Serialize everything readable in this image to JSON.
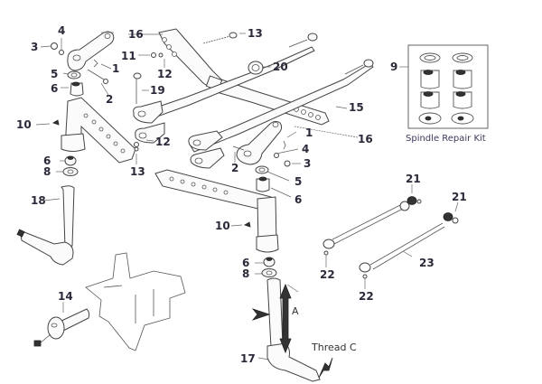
{
  "diagram": {
    "title": "Front axle and steering parts exploded diagram",
    "callouts": [
      {
        "id": "c1a",
        "label": "1"
      },
      {
        "id": "c2a",
        "label": "2"
      },
      {
        "id": "c3a",
        "label": "3"
      },
      {
        "id": "c4a",
        "label": "4"
      },
      {
        "id": "c5a",
        "label": "5"
      },
      {
        "id": "c6a",
        "label": "6"
      },
      {
        "id": "c16a",
        "label": "16"
      },
      {
        "id": "c11",
        "label": "11"
      },
      {
        "id": "c12a",
        "label": "12"
      },
      {
        "id": "c19",
        "label": "19"
      },
      {
        "id": "c13a",
        "label": "13"
      },
      {
        "id": "c20",
        "label": "20"
      },
      {
        "id": "c15",
        "label": "15"
      },
      {
        "id": "c16b",
        "label": "16"
      },
      {
        "id": "c12b",
        "label": "12"
      },
      {
        "id": "c10a",
        "label": "10"
      },
      {
        "id": "c6b",
        "label": "6"
      },
      {
        "id": "c8a",
        "label": "8"
      },
      {
        "id": "c13b",
        "label": "13"
      },
      {
        "id": "c18",
        "label": "18"
      },
      {
        "id": "c1b",
        "label": "1"
      },
      {
        "id": "c4b",
        "label": "4"
      },
      {
        "id": "c3b",
        "label": "3"
      },
      {
        "id": "c2b",
        "label": "2"
      },
      {
        "id": "c5b",
        "label": "5"
      },
      {
        "id": "c6c",
        "label": "6"
      },
      {
        "id": "c10b",
        "label": "10"
      },
      {
        "id": "c9",
        "label": "9"
      },
      {
        "id": "c21a",
        "label": "21"
      },
      {
        "id": "c21b",
        "label": "21"
      },
      {
        "id": "c22a",
        "label": "22"
      },
      {
        "id": "c22b",
        "label": "22"
      },
      {
        "id": "c23",
        "label": "23"
      },
      {
        "id": "c6d",
        "label": "6"
      },
      {
        "id": "c8b",
        "label": "8"
      },
      {
        "id": "c14",
        "label": "14"
      },
      {
        "id": "c17",
        "label": "17"
      }
    ],
    "kit_caption": "Spindle Repair Kit",
    "dimension_label": "A",
    "thread_label": "Thread C"
  }
}
